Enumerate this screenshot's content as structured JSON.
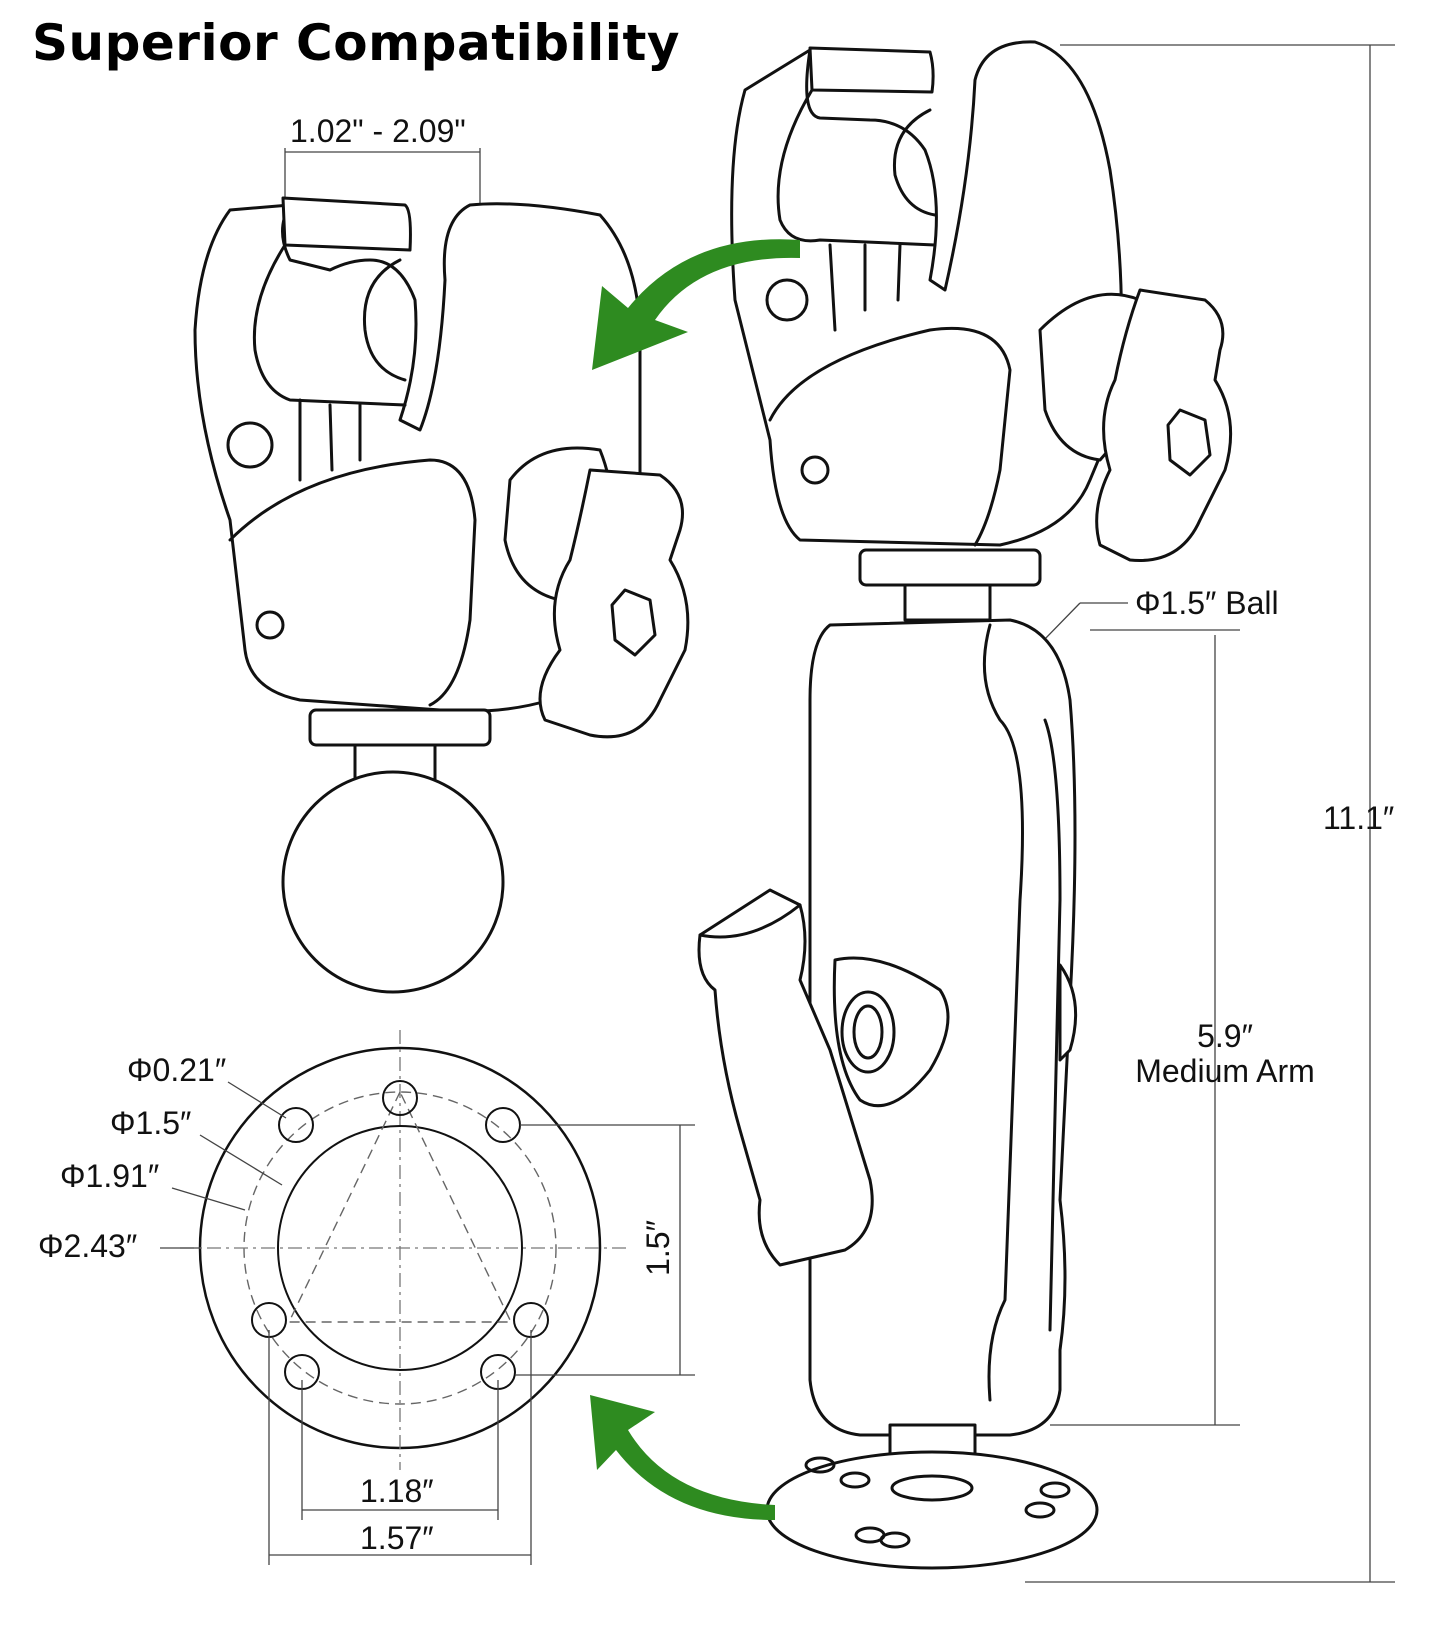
{
  "title": "Superior Compatibility",
  "dimensions": {
    "clamp_range": "1.02\" - 2.09\"",
    "ball_diameter": "Φ1.5″ Ball",
    "total_length": "11.1″",
    "arm_length": "5.9″",
    "arm_name": "Medium Arm",
    "hole_diameter": "Φ0.21″",
    "bolt_circle_small": "Φ1.5″",
    "boss_diameter": "Φ1.91″",
    "base_diameter": "Φ2.43″",
    "hole_spacing_vertical": "1.5″",
    "hole_spacing_inner": "1.18″",
    "hole_spacing_outer": "1.57″"
  },
  "colors": {
    "arrow": "#2e8b20",
    "ink": "#111111"
  },
  "icons": [
    "curved-arrow-icon"
  ]
}
